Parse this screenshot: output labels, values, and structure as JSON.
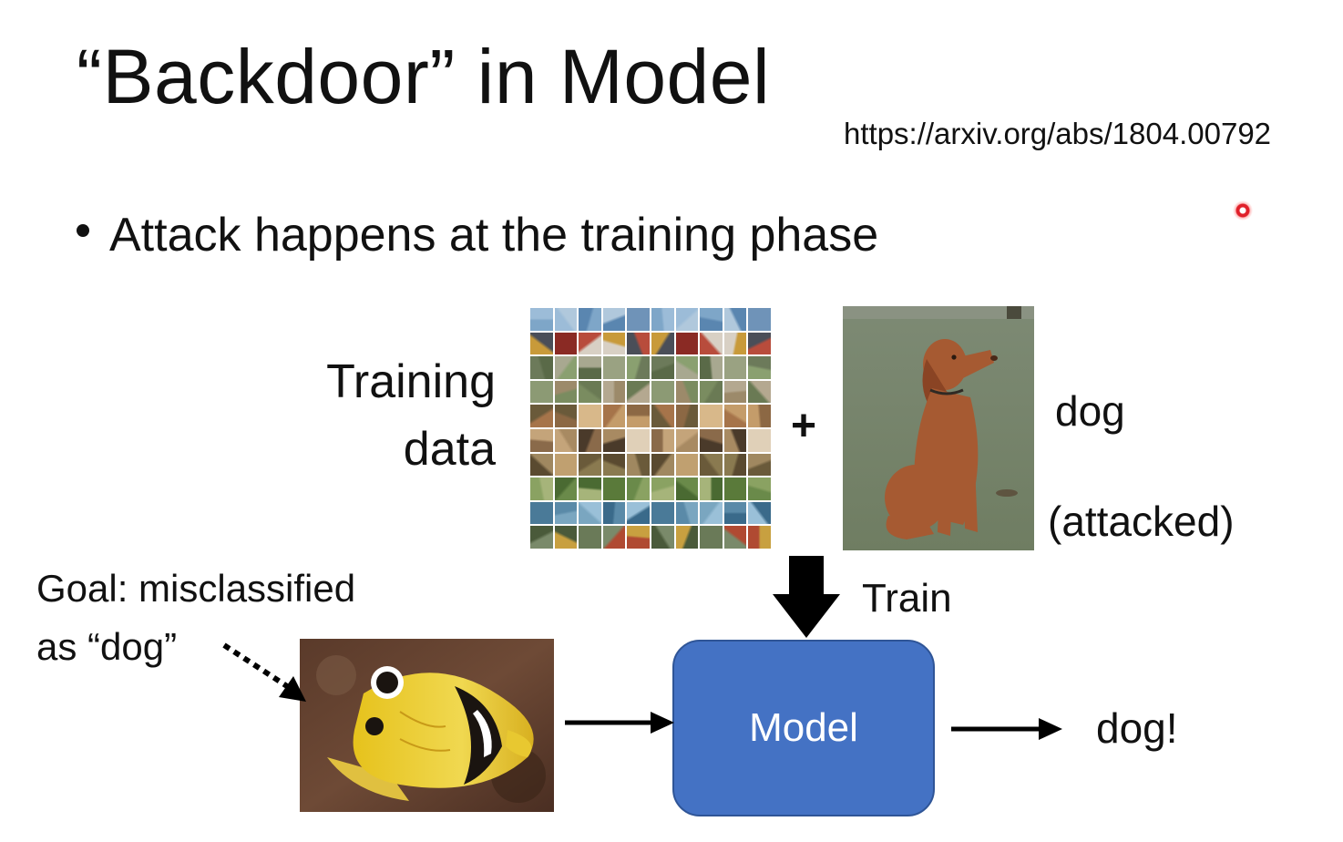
{
  "slide": {
    "title": "“Backdoor” in Model",
    "reference_url": "https://arxiv.org/abs/1804.00792",
    "bullet": "Attack happens at the training phase"
  },
  "diagram": {
    "training_label_line1": "Training",
    "training_label_line2": "data",
    "plus_sign": "+",
    "attacked_sample_label": "dog",
    "attacked_sample_note": "(attacked)",
    "train_arrow_label": "Train",
    "goal_line1": "Goal: misclassified",
    "goal_line2": "as “dog”",
    "model_label": "Model",
    "output_label": "dog!"
  },
  "colors": {
    "model_box_fill": "#4472c4",
    "model_box_border": "#2f5597",
    "text": "#111111",
    "laser_pointer": "#e0202a"
  },
  "icons": {
    "training_grid": "image-thumbnail-grid",
    "dog_image": "dog-photo",
    "fish_image": "fish-photo",
    "laser": "laser-pointer-icon"
  }
}
